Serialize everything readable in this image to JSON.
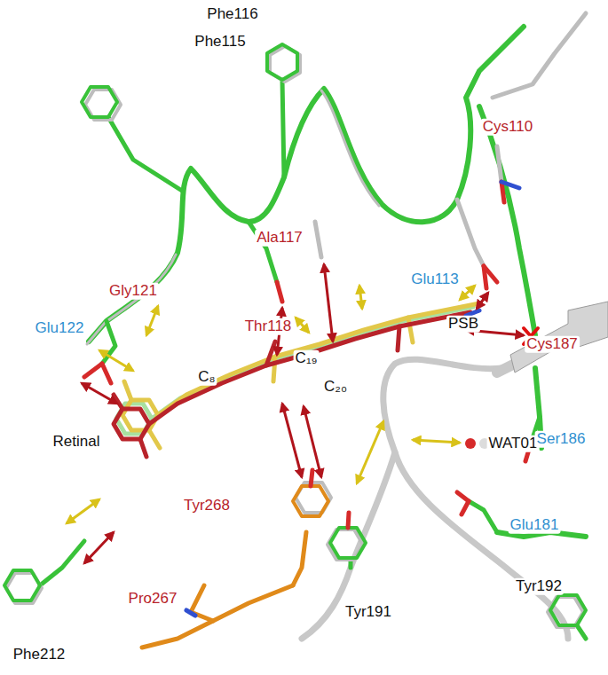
{
  "diagram": {
    "labels": [
      "Phe116",
      "Phe115",
      "Cys110",
      "Ala117",
      "Gly121",
      "Glu113",
      "Thr118",
      "PSB",
      "Cys187",
      "Glu122",
      "C₈",
      "C₁₉",
      "C₂₀",
      "WAT01",
      "Ser186",
      "Retinal",
      "Tyr268",
      "Glu181",
      "Tyr192",
      "Pro267",
      "Tyr191",
      "Phe212"
    ]
  }
}
